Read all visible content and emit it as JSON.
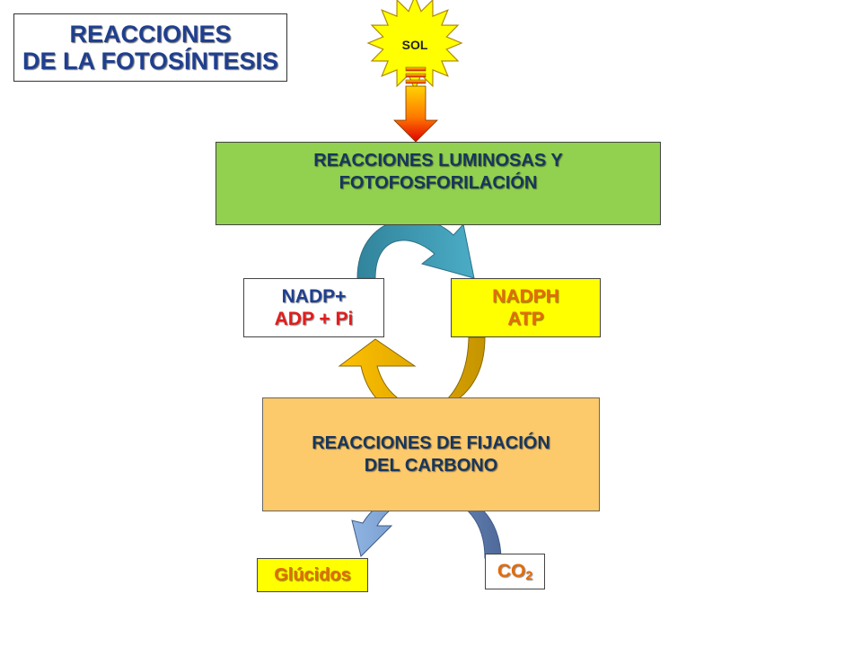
{
  "title": {
    "line1": "REACCIONES",
    "line2": "DE LA FOTOSÍNTESIS"
  },
  "sun": {
    "label": "SOL",
    "color": "#ffff00"
  },
  "light_reactions": {
    "line1": "REACCIONES LUMINOSAS Y",
    "line2": "FOTOFOSFORILACIÓN",
    "color": "#92d050"
  },
  "oxidized": {
    "line1": "NADP+",
    "line2": "ADP + Pi",
    "line1_color": "#1f3f8f",
    "line2_color": "#e31c1c"
  },
  "reduced": {
    "line1": "NADPH",
    "line2": "ATP",
    "color": "#ffff00"
  },
  "carbon_fixation": {
    "line1": "REACCIONES DE FIJACIÓN",
    "line2": "DEL CARBONO",
    "color": "#fcc96b"
  },
  "products": {
    "glucidos": "Glúcidos",
    "co2_main": "CO",
    "co2_sub": "2"
  },
  "colors": {
    "arrow_teal": "#31849b",
    "arrow_teal_light": "#4bacc6",
    "arrow_gold": "#ffc000",
    "arrow_gold_dark": "#c59400",
    "arrow_blue": "#8eb4e3",
    "arrow_blue_dark": "#4f6a9a",
    "sun_arrow_top": "#ffd700",
    "sun_arrow_bottom": "#e00000"
  }
}
